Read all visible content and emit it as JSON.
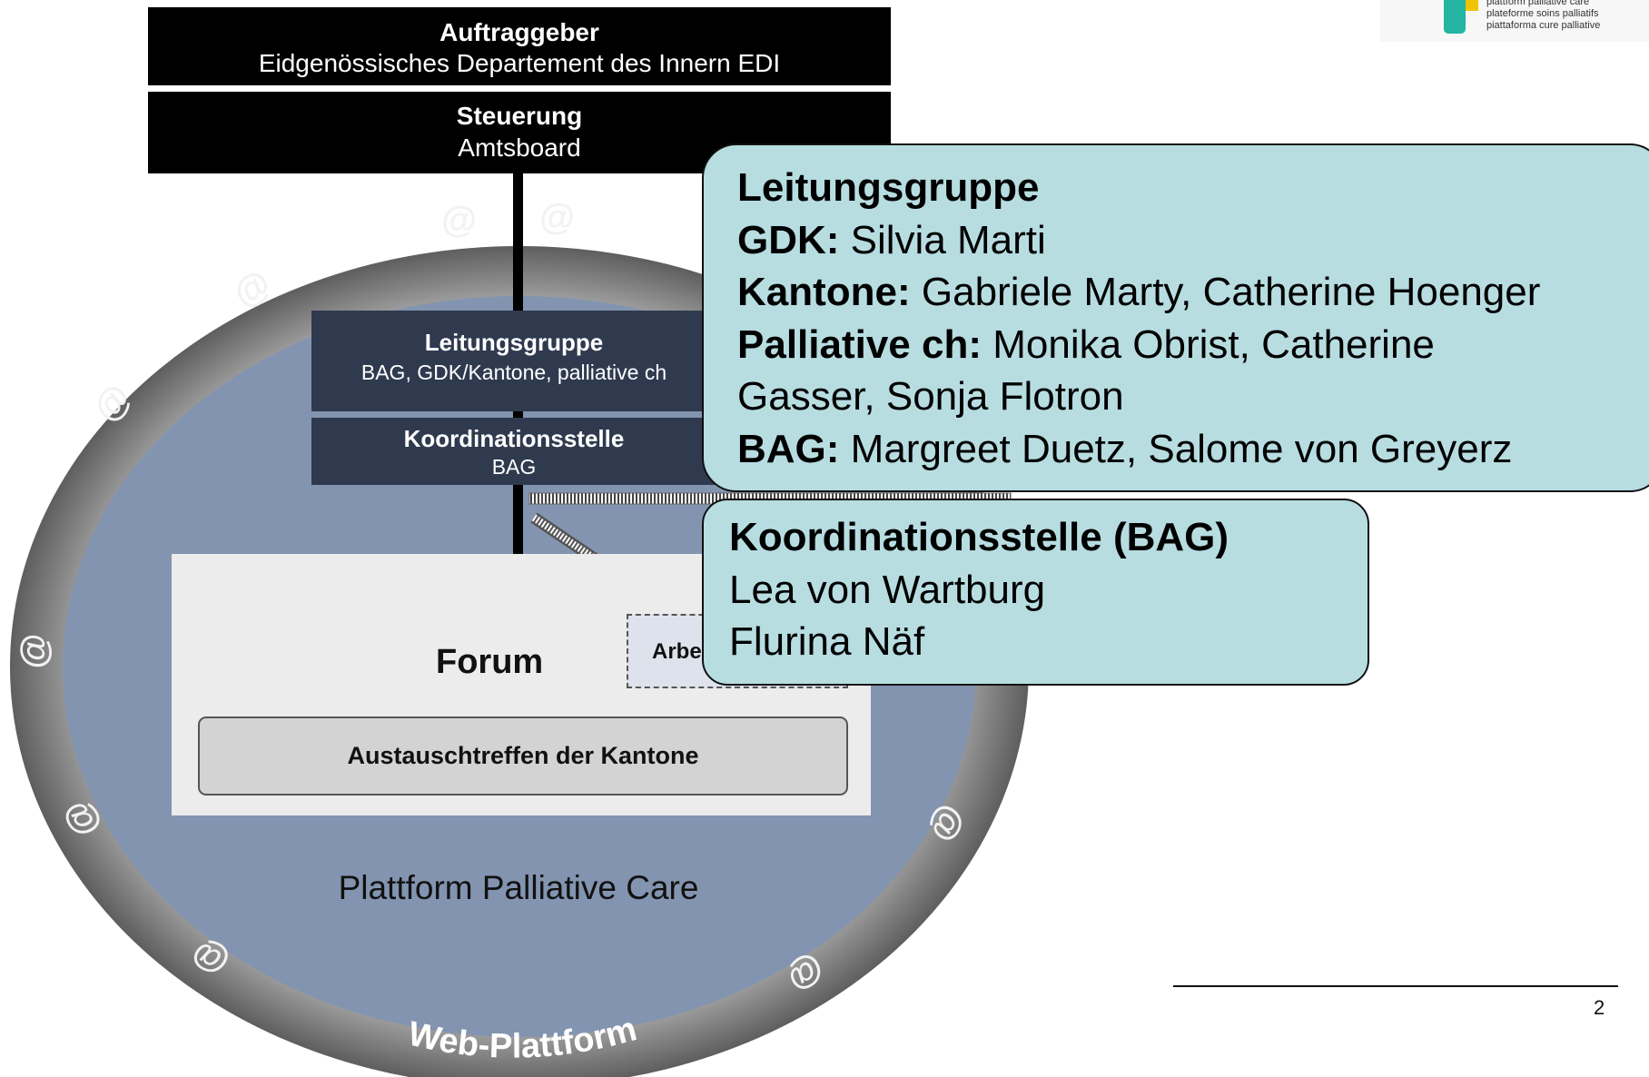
{
  "diagram": {
    "auftraggeber": {
      "title": "Auftraggeber",
      "subtitle": "Eidgenössisches Departement des Innern EDI"
    },
    "steuerung": {
      "title": "Steuerung",
      "subtitle": "Amtsboard"
    },
    "leitungsgruppe_box": {
      "title": "Leitungsgruppe",
      "subtitle": "BAG, GDK/Kantone, palliative ch"
    },
    "koordinationsstelle_box": {
      "title": "Koordinationsstelle",
      "subtitle": "BAG"
    },
    "forum_label": "Forum",
    "arbeitsgruppe_label": "Arbe",
    "austausch_label": "Austauschtreffen der Kantone",
    "plattform_label": "Plattform Palliative Care",
    "ring_label": "Web-Plattform",
    "at_symbol": "@"
  },
  "callouts": {
    "leitungsgruppe": {
      "title": "Leitungsgruppe",
      "members": [
        {
          "org": "GDK:",
          "names": " Silvia Marti"
        },
        {
          "org": "Kantone:",
          "names": " Gabriele Marty, Catherine Hoenger"
        },
        {
          "org": "Palliative ch:",
          "names": " Monika Obrist, Catherine"
        },
        {
          "org": "",
          "names": "Gasser, Sonja Flotron"
        },
        {
          "org": "BAG:",
          "names": " Margreet Duetz, Salome von Greyerz"
        }
      ]
    },
    "koordinationsstelle": {
      "title": "Koordinationsstelle (BAG)",
      "members": [
        "Lea von Wartburg",
        "Flurina Näf"
      ]
    }
  },
  "logo": {
    "lines": [
      "plattform palliative care",
      "plateforme soins palliatifs",
      "piattaforma cure palliative"
    ],
    "colors": {
      "mark": "#23b4a2",
      "accent": "#f2c300"
    }
  },
  "footer": {
    "page_number": "2"
  },
  "colors": {
    "ring": "#8a8a8a",
    "disc": "#8294b0",
    "dark_block": "#000000",
    "inner_block": "#2f3a4f",
    "callout_fill": "#b7dde1"
  }
}
